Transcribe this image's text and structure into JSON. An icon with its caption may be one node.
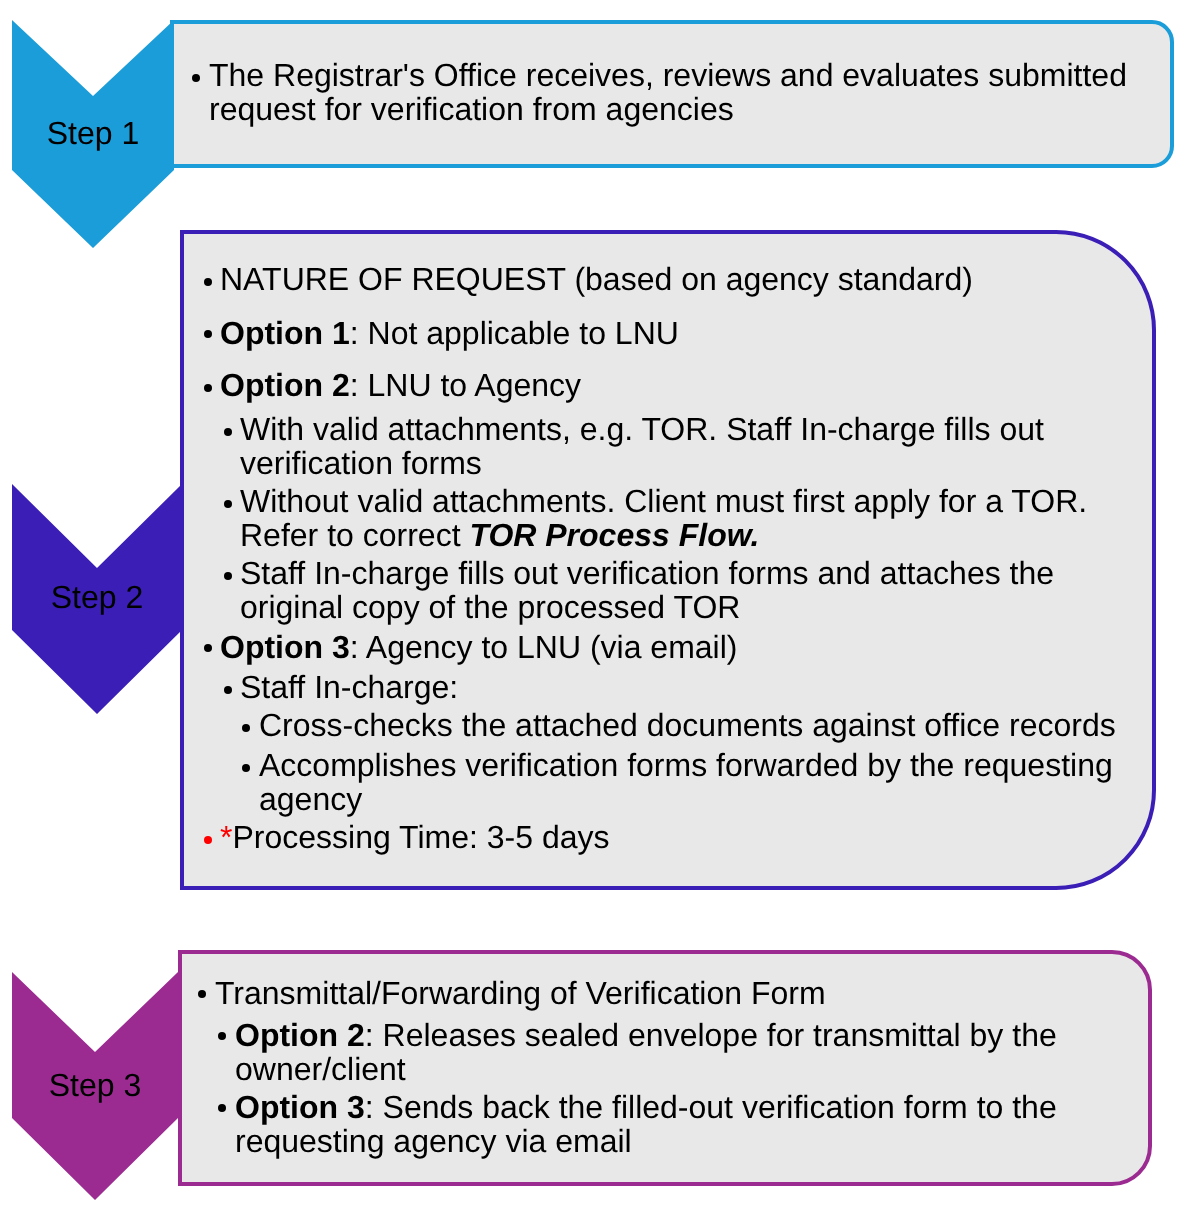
{
  "diagram": {
    "nodes": [
      {
        "text": [
          "Step 1"
        ]
      },
      {
        "text": [
          "The Registrar's Office receives, reviews and evaluates submitted request for verification from agencies"
        ]
      },
      {
        "text": [
          "Step 2"
        ]
      },
      {
        "text": [
          "NATURE OF REQUEST (based on agency standard)",
          "**Option 1**: Not applicable to LNU",
          "**Option 2**: LNU to Agency",
          "With valid attachments, e.g. TOR. Staff In-charge fills out verification forms",
          "Without valid attachments. Client must first apply for a TOR. Refer to correct **TOR Process Flow.**",
          "Staff In-charge fills out verification forms and attaches the original copy of the processed TOR",
          "**Option 3**: Agency to LNU (via email)",
          "Staff In-charge:",
          "Cross-checks the attached documents against office records",
          "Accomplishes verification forms forwarded by the requesting agency",
          "*Processing Time: 3-5 days"
        ]
      },
      {
        "text": [
          "Step 3"
        ]
      },
      {
        "text": [
          "Transmittal/Forwarding of Verification Form",
          "**Option 2**: Releases sealed envelope for transmittal by the owner/client",
          "**Option 3**: Sends back the filled-out verification form to the requesting agency via email"
        ]
      }
    ]
  }
}
